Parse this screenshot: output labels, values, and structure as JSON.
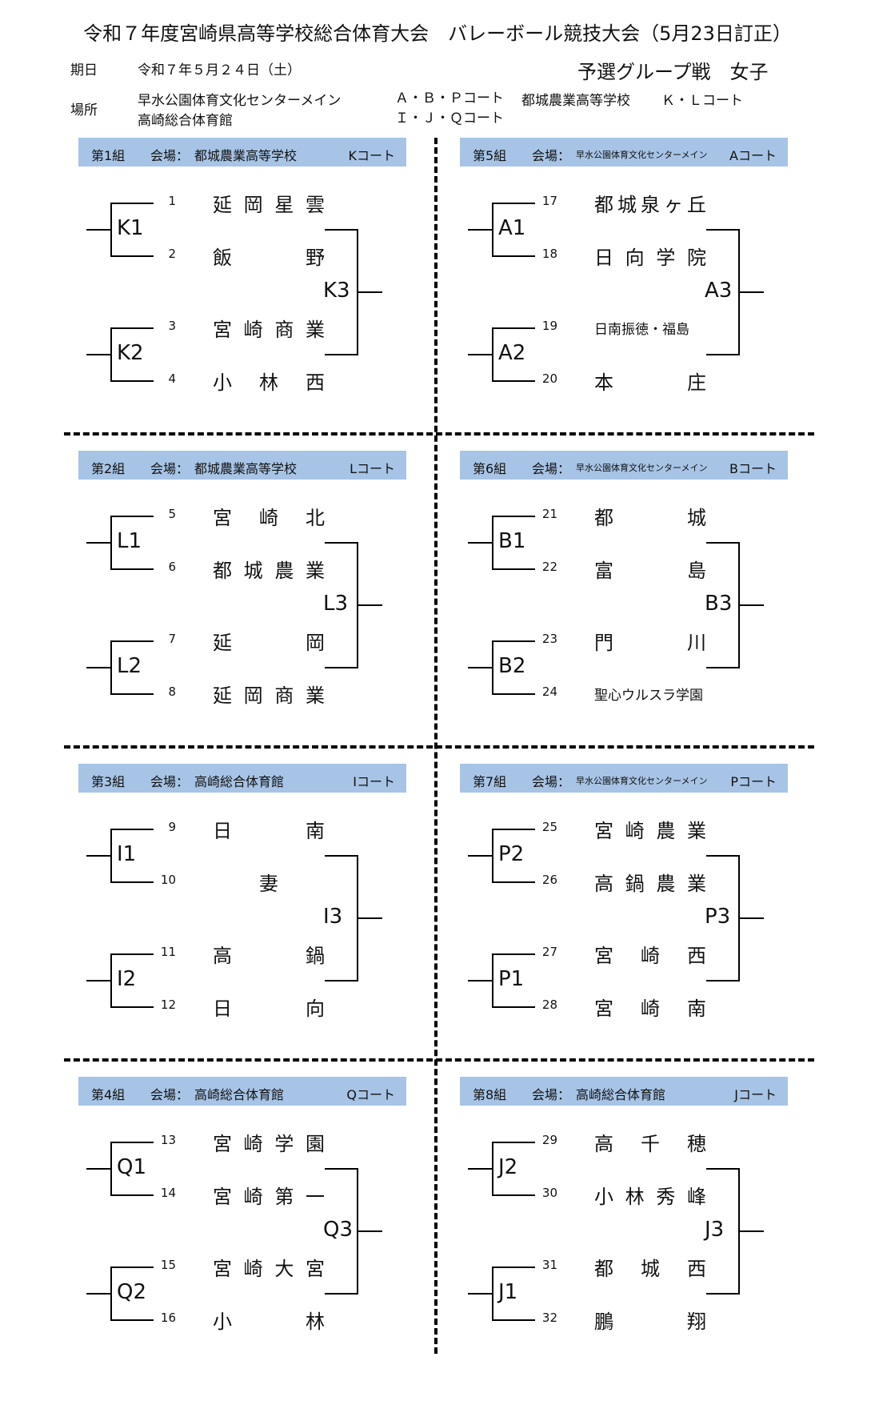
{
  "title": "令和７年度宮崎県高等学校総合体育大会　バレーボール競技大会（5月23日訂正）",
  "info": {
    "date_label": "期日",
    "date_value": "令和７年５月２４日（土）",
    "place_label": "場所",
    "venue1": "早水公園体育文化センターメイン",
    "venue1_courts": "Ａ・Ｂ・Ｐコート",
    "venue2": "高崎総合体育館",
    "venue2_courts": "Ｉ・Ｊ・Ｑコート",
    "venue3": "都城農業高等学校",
    "venue3_courts": "Ｋ・Ｌコート",
    "subtitle": "予選グループ戦　女子"
  },
  "groups": [
    {
      "num": "第1組",
      "venue_label": "会場：",
      "venue": "都城農業高等学校",
      "venue_small": false,
      "court": "Kコート",
      "seeds": [
        "1",
        "2",
        "3",
        "4"
      ],
      "teams": [
        [
          "延",
          "岡",
          "星",
          "雲"
        ],
        [
          "飯",
          "野"
        ],
        [
          "宮",
          "崎",
          "商",
          "業"
        ],
        [
          "小",
          "林",
          "西"
        ]
      ],
      "m1": "K1",
      "m2": "K2",
      "m3": "K3"
    },
    {
      "num": "第2組",
      "venue_label": "会場：",
      "venue": "都城農業高等学校",
      "venue_small": false,
      "court": "Lコート",
      "seeds": [
        "5",
        "6",
        "7",
        "8"
      ],
      "teams": [
        [
          "宮",
          "崎",
          "北"
        ],
        [
          "都",
          "城",
          "農",
          "業"
        ],
        [
          "延",
          "岡"
        ],
        [
          "延",
          "岡",
          "商",
          "業"
        ]
      ],
      "m1": "L1",
      "m2": "L2",
      "m3": "L3"
    },
    {
      "num": "第3組",
      "venue_label": "会場：",
      "venue": "高崎総合体育館",
      "venue_small": false,
      "court": "Iコート",
      "seeds": [
        "9",
        "10",
        "11",
        "12"
      ],
      "teams": [
        [
          "日",
          "南"
        ],
        [
          "妻"
        ],
        [
          "高",
          "鍋"
        ],
        [
          "日",
          "向"
        ]
      ],
      "m1": "I1",
      "m2": "I2",
      "m3": "I3"
    },
    {
      "num": "第4組",
      "venue_label": "会場：",
      "venue": "高崎総合体育館",
      "venue_small": false,
      "court": "Qコート",
      "seeds": [
        "13",
        "14",
        "15",
        "16"
      ],
      "teams": [
        [
          "宮",
          "崎",
          "学",
          "園"
        ],
        [
          "宮",
          "崎",
          "第",
          "一"
        ],
        [
          "宮",
          "崎",
          "大",
          "宮"
        ],
        [
          "小",
          "林"
        ]
      ],
      "m1": "Q1",
      "m2": "Q2",
      "m3": "Q3"
    },
    {
      "num": "第5組",
      "venue_label": "会場：",
      "venue": "早水公園体育文化センターメイン",
      "venue_small": true,
      "court": "Aコート",
      "seeds": [
        "17",
        "18",
        "19",
        "20"
      ],
      "teams": [
        [
          "都",
          "城",
          "泉",
          "ヶ",
          "丘"
        ],
        [
          "日",
          "向",
          "学",
          "院"
        ],
        [
          "日南振徳・福島"
        ],
        [
          "本",
          "庄"
        ]
      ],
      "m1": "A1",
      "m2": "A2",
      "m3": "A3"
    },
    {
      "num": "第6組",
      "venue_label": "会場：",
      "venue": "早水公園体育文化センターメイン",
      "venue_small": true,
      "court": "Bコート",
      "seeds": [
        "21",
        "22",
        "23",
        "24"
      ],
      "teams": [
        [
          "都",
          "城"
        ],
        [
          "富",
          "島"
        ],
        [
          "門",
          "川"
        ],
        [
          "聖心ウルスラ学園"
        ]
      ],
      "m1": "B1",
      "m2": "B2",
      "m3": "B3"
    },
    {
      "num": "第7組",
      "venue_label": "会場：",
      "venue": "早水公園体育文化センターメイン",
      "venue_small": true,
      "court": "Pコート",
      "seeds": [
        "25",
        "26",
        "27",
        "28"
      ],
      "teams": [
        [
          "宮",
          "崎",
          "農",
          "業"
        ],
        [
          "高",
          "鍋",
          "農",
          "業"
        ],
        [
          "宮",
          "崎",
          "西"
        ],
        [
          "宮",
          "崎",
          "南"
        ]
      ],
      "m1": "P2",
      "m2": "P1",
      "m3": "P3"
    },
    {
      "num": "第8組",
      "venue_label": "会場：",
      "venue": "高崎総合体育館",
      "venue_small": false,
      "court": "Jコート",
      "seeds": [
        "29",
        "30",
        "31",
        "32"
      ],
      "teams": [
        [
          "高",
          "千",
          "穂"
        ],
        [
          "小",
          "林",
          "秀",
          "峰"
        ],
        [
          "都",
          "城",
          "西"
        ],
        [
          "鵬",
          "翔"
        ]
      ],
      "m1": "J2",
      "m2": "J1",
      "m3": "J3"
    }
  ]
}
